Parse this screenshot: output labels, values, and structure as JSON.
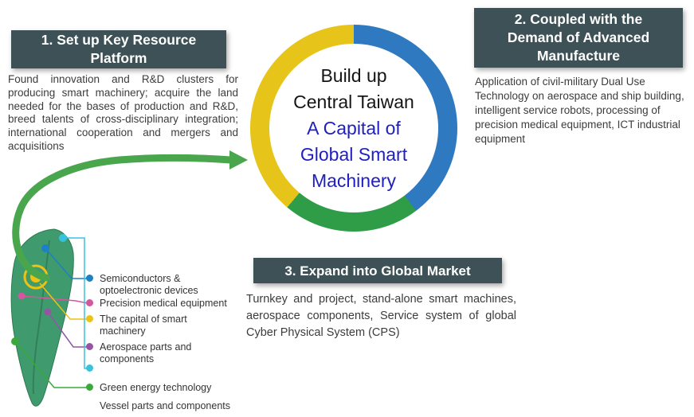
{
  "boxes": {
    "box1": {
      "header": "1. Set up Key Resource\nPlatform",
      "body": "Found innovation and R&D clusters for producing smart machinery; acquire the land needed for the bases of production and R&D, breed talents of cross-disciplinary integration; international cooperation and mergers and acquisitions"
    },
    "box2": {
      "header": "2. Coupled with the\nDemand of Advanced\nManufacture",
      "body": "Application of civil-military Dual Use Technology on aerospace and ship building, intelligent service robots, processing of precision medical equipment, ICT industrial equipment"
    },
    "box3": {
      "header": "3. Expand into Global Market",
      "body": "Turnkey and project, stand-alone smart machines, aerospace components, Service system of global Cyber Physical System (CPS)"
    }
  },
  "center": {
    "title": "Build up\nCentral Taiwan",
    "subtitle": "A Capital of\nGlobal Smart\nMachinery"
  },
  "legend": {
    "items": [
      {
        "color": "#1d7fc4",
        "label": "Semiconductors & optoelectronic devices"
      },
      {
        "color": "#d4569f",
        "label": "Precision medical equipment"
      },
      {
        "color": "#ecc215",
        "label": "The capital of smart machinery"
      },
      {
        "color": "#9455a3",
        "label": "Aerospace parts and components"
      },
      {
        "color": "#38c3dd",
        "label": ""
      },
      {
        "color": "#3aa93c",
        "label": "Green energy technology"
      },
      {
        "color": "",
        "label": "Vessel parts and components"
      }
    ]
  },
  "colors": {
    "header_bg": "#3d5156",
    "ring_blue": "#2e79bf",
    "ring_green": "#2f9d47",
    "ring_yellow": "#e7c419",
    "accent_blue_text": "#2020c0",
    "arrow_green": "#4aa64d",
    "map_green": "#3f9b6d",
    "map_border": "#2c7a50"
  }
}
